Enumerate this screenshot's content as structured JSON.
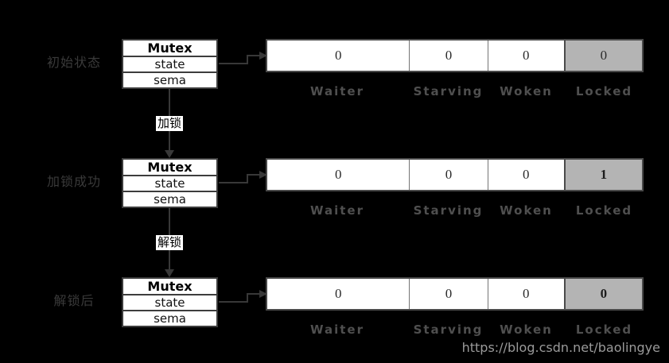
{
  "watermark": "https://blog.csdn.net/baolingye",
  "columns": [
    "Waiter",
    "Starving",
    "Woken",
    "Locked"
  ],
  "mutex": {
    "title": "Mutex",
    "fields": [
      "state",
      "sema"
    ]
  },
  "sections": [
    {
      "label": "初始状态",
      "values": [
        "0",
        "0",
        "0",
        "0"
      ]
    },
    {
      "label": "加锁成功",
      "values": [
        "0",
        "0",
        "0",
        "1"
      ]
    },
    {
      "label": "解锁后",
      "values": [
        "0",
        "0",
        "0",
        "0"
      ]
    }
  ],
  "transitions": [
    {
      "label": "加锁"
    },
    {
      "label": "解锁"
    }
  ],
  "colors": {
    "background": "#000000",
    "box_fill": "#ffffff",
    "box_border": "#3d3d3d",
    "locked_cell_fill": "#b4b4b4",
    "column_label": "#4f4f4f",
    "row_label": "#3a3a3a",
    "arrow": "#383838",
    "watermark": "#9a9a9a"
  }
}
